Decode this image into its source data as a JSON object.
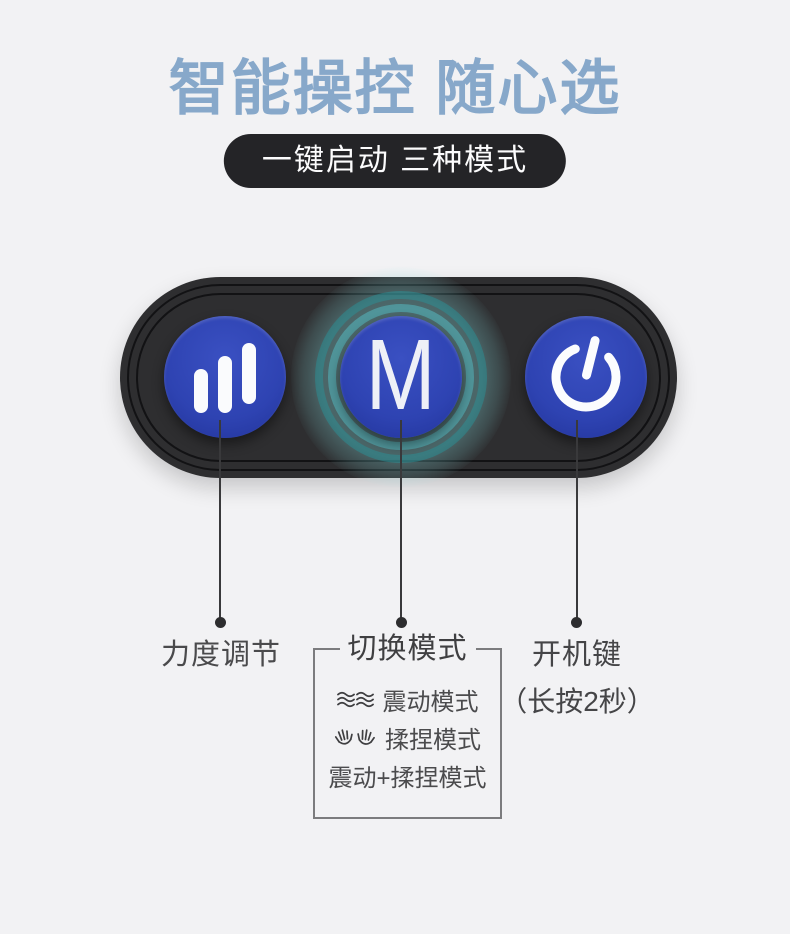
{
  "header": {
    "title": "智能操控 随心选",
    "title_color": "#87a8ca",
    "badge_label": "一键启动 三种模式",
    "badge_bg": "#242427"
  },
  "device_panel": {
    "panel_color": "#2e2e30",
    "button_color": "#2e43b2",
    "glow_color": "#56cdd5",
    "buttons": [
      {
        "id": "intensity",
        "icon": "signal-bars-icon"
      },
      {
        "id": "mode",
        "icon": "letter-m",
        "label": "M"
      },
      {
        "id": "power",
        "icon": "power-icon"
      }
    ]
  },
  "callouts": {
    "intensity_label": "力度调节",
    "mode_label": "切换模式",
    "mode_options": [
      {
        "icon": "vibration-waves-icon",
        "text": "震动模式"
      },
      {
        "icon": "kneading-hands-icon",
        "text": "揉捏模式"
      },
      {
        "icon": "",
        "text": "震动+揉捏模式"
      }
    ],
    "power_label": "开机键",
    "power_sublabel": "（长按2秒）"
  }
}
